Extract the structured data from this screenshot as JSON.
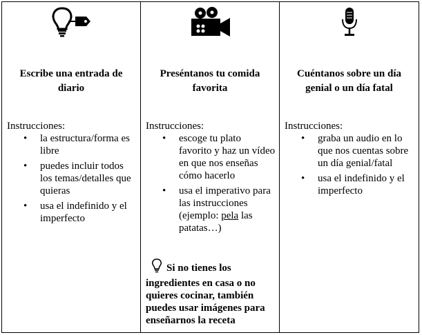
{
  "columns": [
    {
      "icon": "lightbulb-tag-icon",
      "title": "Escribe una entrada de diario",
      "instructions_label": "Instrucciones:",
      "bullets": [
        "la estructura/forma es libre",
        "puedes incluir todos los temas/detalles que quieras",
        "usa el indefinido y el imperfecto"
      ]
    },
    {
      "icon": "movie-camera-icon",
      "title": "Preséntanos tu comida favorita",
      "instructions_label": "Instrucciones:",
      "bullets": [
        "escoge tu plato favorito y haz un vídeo en que nos enseñas cómo hacerlo"
      ],
      "bullet2": {
        "before": "usa el imperativo para las instrucciones (ejemplo: ",
        "underlined": "pela",
        "after": " las patatas…)"
      },
      "tip": {
        "icon": "lightbulb-icon",
        "text": "Si no tienes los ingredientes en casa o no quieres cocinar, también puedes usar imágenes para enseñarnos la receta"
      }
    },
    {
      "icon": "microphone-icon",
      "title": "Cuéntanos sobre un día genial o un día fatal",
      "instructions_label": "Instrucciones:",
      "bullets": [
        "graba un audio en lo que nos cuentas sobre un día genial/fatal",
        "usa el indefinido y el imperfecto"
      ]
    }
  ]
}
